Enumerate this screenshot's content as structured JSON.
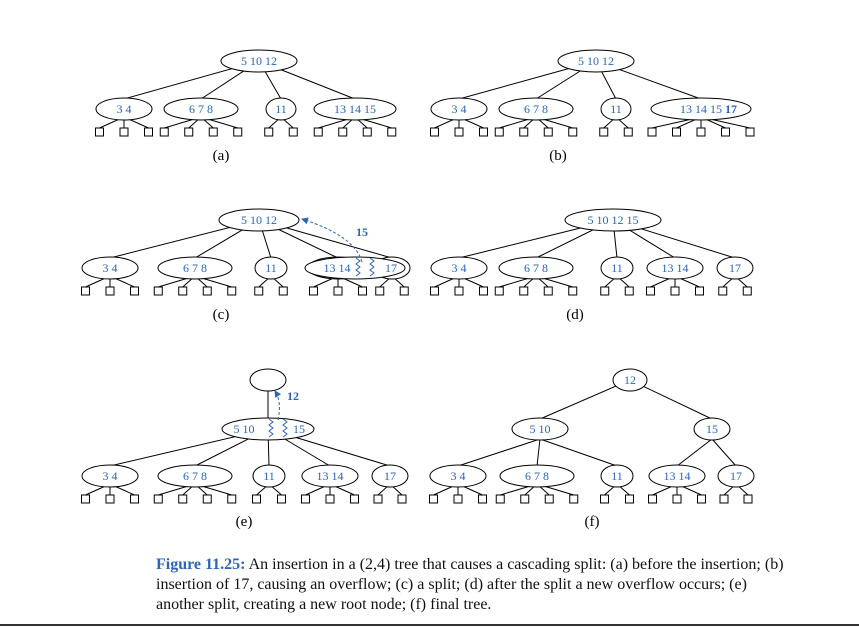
{
  "caption": {
    "label": "Figure 11.25:",
    "text": "An insertion in a (2,4) tree that causes a cascading split: (a) before the insertion; (b) insertion of 17, causing an overflow; (c) a split; (d) after the split a new overflow occurs; (e) another split, creating a new root node; (f) final tree."
  },
  "colors": {
    "key_text": "#2a66b5",
    "lines": "#000000"
  },
  "panels": [
    {
      "id": "a",
      "label": "(a)",
      "root": "5  10  12",
      "children": [
        "3  4",
        "6  7  8",
        "11",
        "13  14  15"
      ]
    },
    {
      "id": "b",
      "label": "(b)",
      "root": "5  10  12",
      "children": [
        "3  4",
        "6  7  8",
        "11",
        "13  14  15"
      ],
      "inserted": "17"
    },
    {
      "id": "c",
      "label": "(c)",
      "root": "5  10  12",
      "children": [
        "3  4",
        "6  7  8",
        "11",
        "13  14",
        "17"
      ],
      "moved_key": "15"
    },
    {
      "id": "d",
      "label": "(d)",
      "root": "5  10  12  15",
      "children": [
        "3  4",
        "6  7  8",
        "11",
        "13  14",
        "17"
      ]
    },
    {
      "id": "e",
      "label": "(e)",
      "root": "",
      "middle": [
        "5  10",
        "15"
      ],
      "moved_key": "12",
      "children": [
        "3  4",
        "6  7  8",
        "11",
        "13  14",
        "17"
      ]
    },
    {
      "id": "f",
      "label": "(f)",
      "root": "12",
      "middle": [
        "5  10",
        "15"
      ],
      "children": [
        "3  4",
        "6  7  8",
        "11",
        "13  14",
        "17"
      ]
    }
  ]
}
